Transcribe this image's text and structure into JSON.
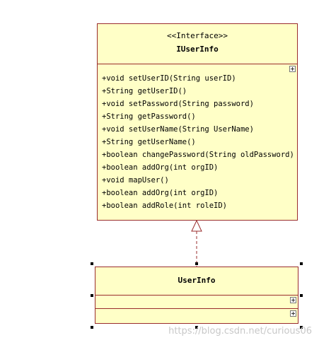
{
  "interface_class": {
    "stereotype": "<<Interface>>",
    "name": "IUserInfo",
    "operations": [
      "+void setUserID(String userID)",
      "+String getUserID()",
      "+void setPassword(String password)",
      "+String getPassword()",
      "+void setUserName(String UserName)",
      "+String getUserName()",
      "+boolean changePassword(String oldPassword)",
      "+boolean addOrg(int orgID)",
      "+void mapUser()",
      "+boolean addOrg(int orgID)",
      "+boolean addRole(int roleID)"
    ]
  },
  "implementation_class": {
    "name": "UserInfo"
  },
  "relationship": "realization",
  "colors": {
    "box_fill": "#ffffc7",
    "box_border": "#9a2c2c",
    "connector": "#9a2c2c"
  },
  "watermark": "https://blog.csdn.net/curious06"
}
